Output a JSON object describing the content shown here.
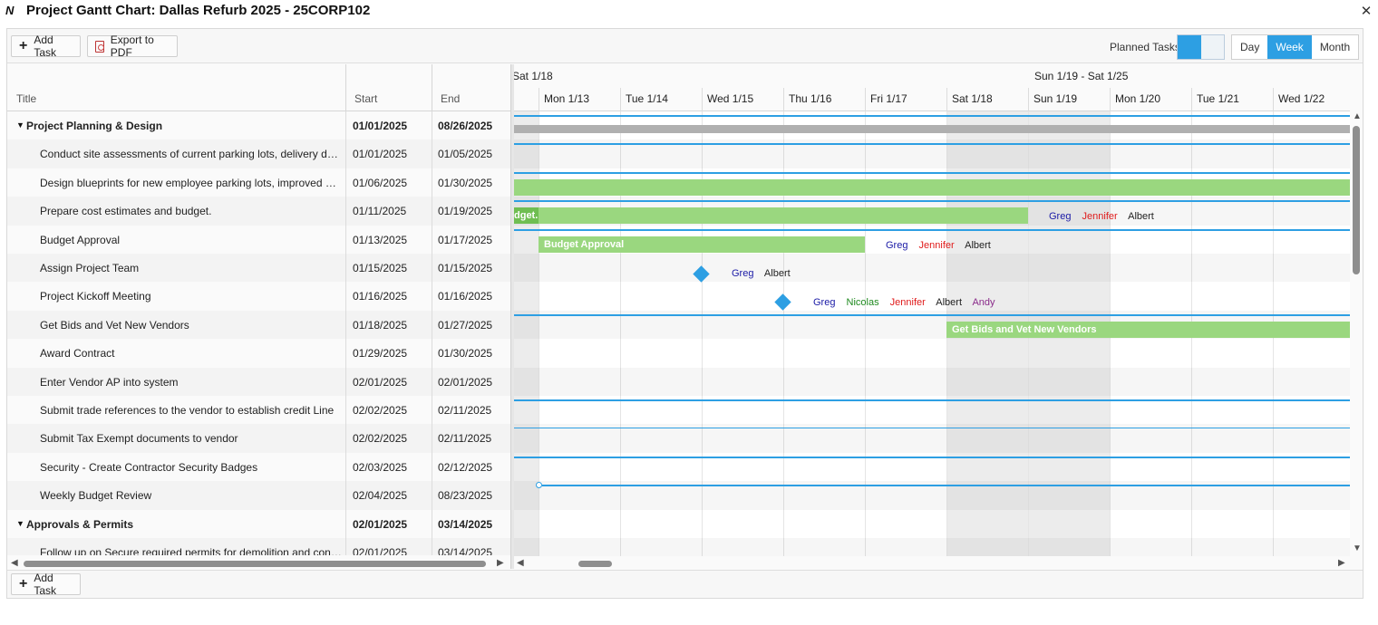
{
  "window": {
    "title": "Project Gantt Chart: Dallas Refurb 2025 - 25CORP102",
    "logo": "N",
    "close": "✕"
  },
  "toolbar": {
    "add_task": "Add Task",
    "export_pdf": "Export to PDF",
    "planned_tasks_label": "Planned Tasks",
    "planned_tasks_on": true,
    "views": [
      "Day",
      "Week",
      "Month"
    ],
    "active_view": "Week"
  },
  "grid": {
    "columns": [
      "Title",
      "Start",
      "End"
    ],
    "rows": [
      {
        "title": "Project Planning & Design",
        "start": "01/01/2025",
        "end": "08/26/2025",
        "group": true
      },
      {
        "title": "Conduct site assessments of current parking lots, delivery docks, a…",
        "start": "01/01/2025",
        "end": "01/05/2025"
      },
      {
        "title": "Design blueprints for new employee parking lots, improved deliver…",
        "start": "01/06/2025",
        "end": "01/30/2025"
      },
      {
        "title": "Prepare cost estimates and budget.",
        "start": "01/11/2025",
        "end": "01/19/2025"
      },
      {
        "title": "Budget Approval",
        "start": "01/13/2025",
        "end": "01/17/2025"
      },
      {
        "title": "Assign Project Team",
        "start": "01/15/2025",
        "end": "01/15/2025"
      },
      {
        "title": "Project Kickoff Meeting",
        "start": "01/16/2025",
        "end": "01/16/2025"
      },
      {
        "title": "Get Bids and Vet New Vendors",
        "start": "01/18/2025",
        "end": "01/27/2025"
      },
      {
        "title": "Award Contract",
        "start": "01/29/2025",
        "end": "01/30/2025"
      },
      {
        "title": "Enter Vendor AP into system",
        "start": "02/01/2025",
        "end": "02/01/2025"
      },
      {
        "title": "Submit trade references to the vendor to establish credit Line",
        "start": "02/02/2025",
        "end": "02/11/2025"
      },
      {
        "title": "Submit Tax Exempt documents to vendor",
        "start": "02/02/2025",
        "end": "02/11/2025"
      },
      {
        "title": "Security - Create Contractor Security Badges",
        "start": "02/03/2025",
        "end": "02/12/2025"
      },
      {
        "title": "Weekly Budget Review",
        "start": "02/04/2025",
        "end": "08/23/2025"
      },
      {
        "title": "Approvals & Permits",
        "start": "02/01/2025",
        "end": "03/14/2025",
        "group": true
      },
      {
        "title": "Follow up on Secure required permits for demolition and constructi…",
        "start": "02/01/2025",
        "end": "03/14/2025"
      }
    ]
  },
  "timeline": {
    "weeks": [
      "Sat 1/18",
      "Sun 1/19 - Sat 1/25"
    ],
    "days": [
      "Mon 1/13",
      "Tue 1/14",
      "Wed 1/15",
      "Thu 1/16",
      "Fri 1/17",
      "Sat 1/18",
      "Sun 1/19",
      "Mon 1/20",
      "Tue 1/21",
      "Wed 1/22"
    ],
    "bar_labels": {
      "budget_tail": "dget.",
      "budget_approval": "Budget Approval",
      "get_bids": "Get Bids and Vet New Vendors"
    },
    "resources": {
      "prepare_cost": [
        {
          "name": "Greg",
          "color": "#1a1aa6"
        },
        {
          "name": "Jennifer",
          "color": "#e01b1b"
        },
        {
          "name": "Albert",
          "color": "#222222"
        }
      ],
      "budget_approval": [
        {
          "name": "Greg",
          "color": "#1a1aa6"
        },
        {
          "name": "Jennifer",
          "color": "#e01b1b"
        },
        {
          "name": "Albert",
          "color": "#222222"
        }
      ],
      "assign_team": [
        {
          "name": "Greg",
          "color": "#1a1aa6"
        },
        {
          "name": "Albert",
          "color": "#222222"
        }
      ],
      "kickoff": [
        {
          "name": "Greg",
          "color": "#1a1aa6"
        },
        {
          "name": "Nicolas",
          "color": "#1f8a1f"
        },
        {
          "name": "Jennifer",
          "color": "#e01b1b"
        },
        {
          "name": "Albert",
          "color": "#222222"
        },
        {
          "name": "Andy",
          "color": "#8a2b8a"
        }
      ]
    }
  },
  "footer": {
    "add_task": "Add Task"
  },
  "colors": {
    "accent": "#2d9fe3",
    "bar": "#9ad77f",
    "summary": "#b0b0b0"
  }
}
